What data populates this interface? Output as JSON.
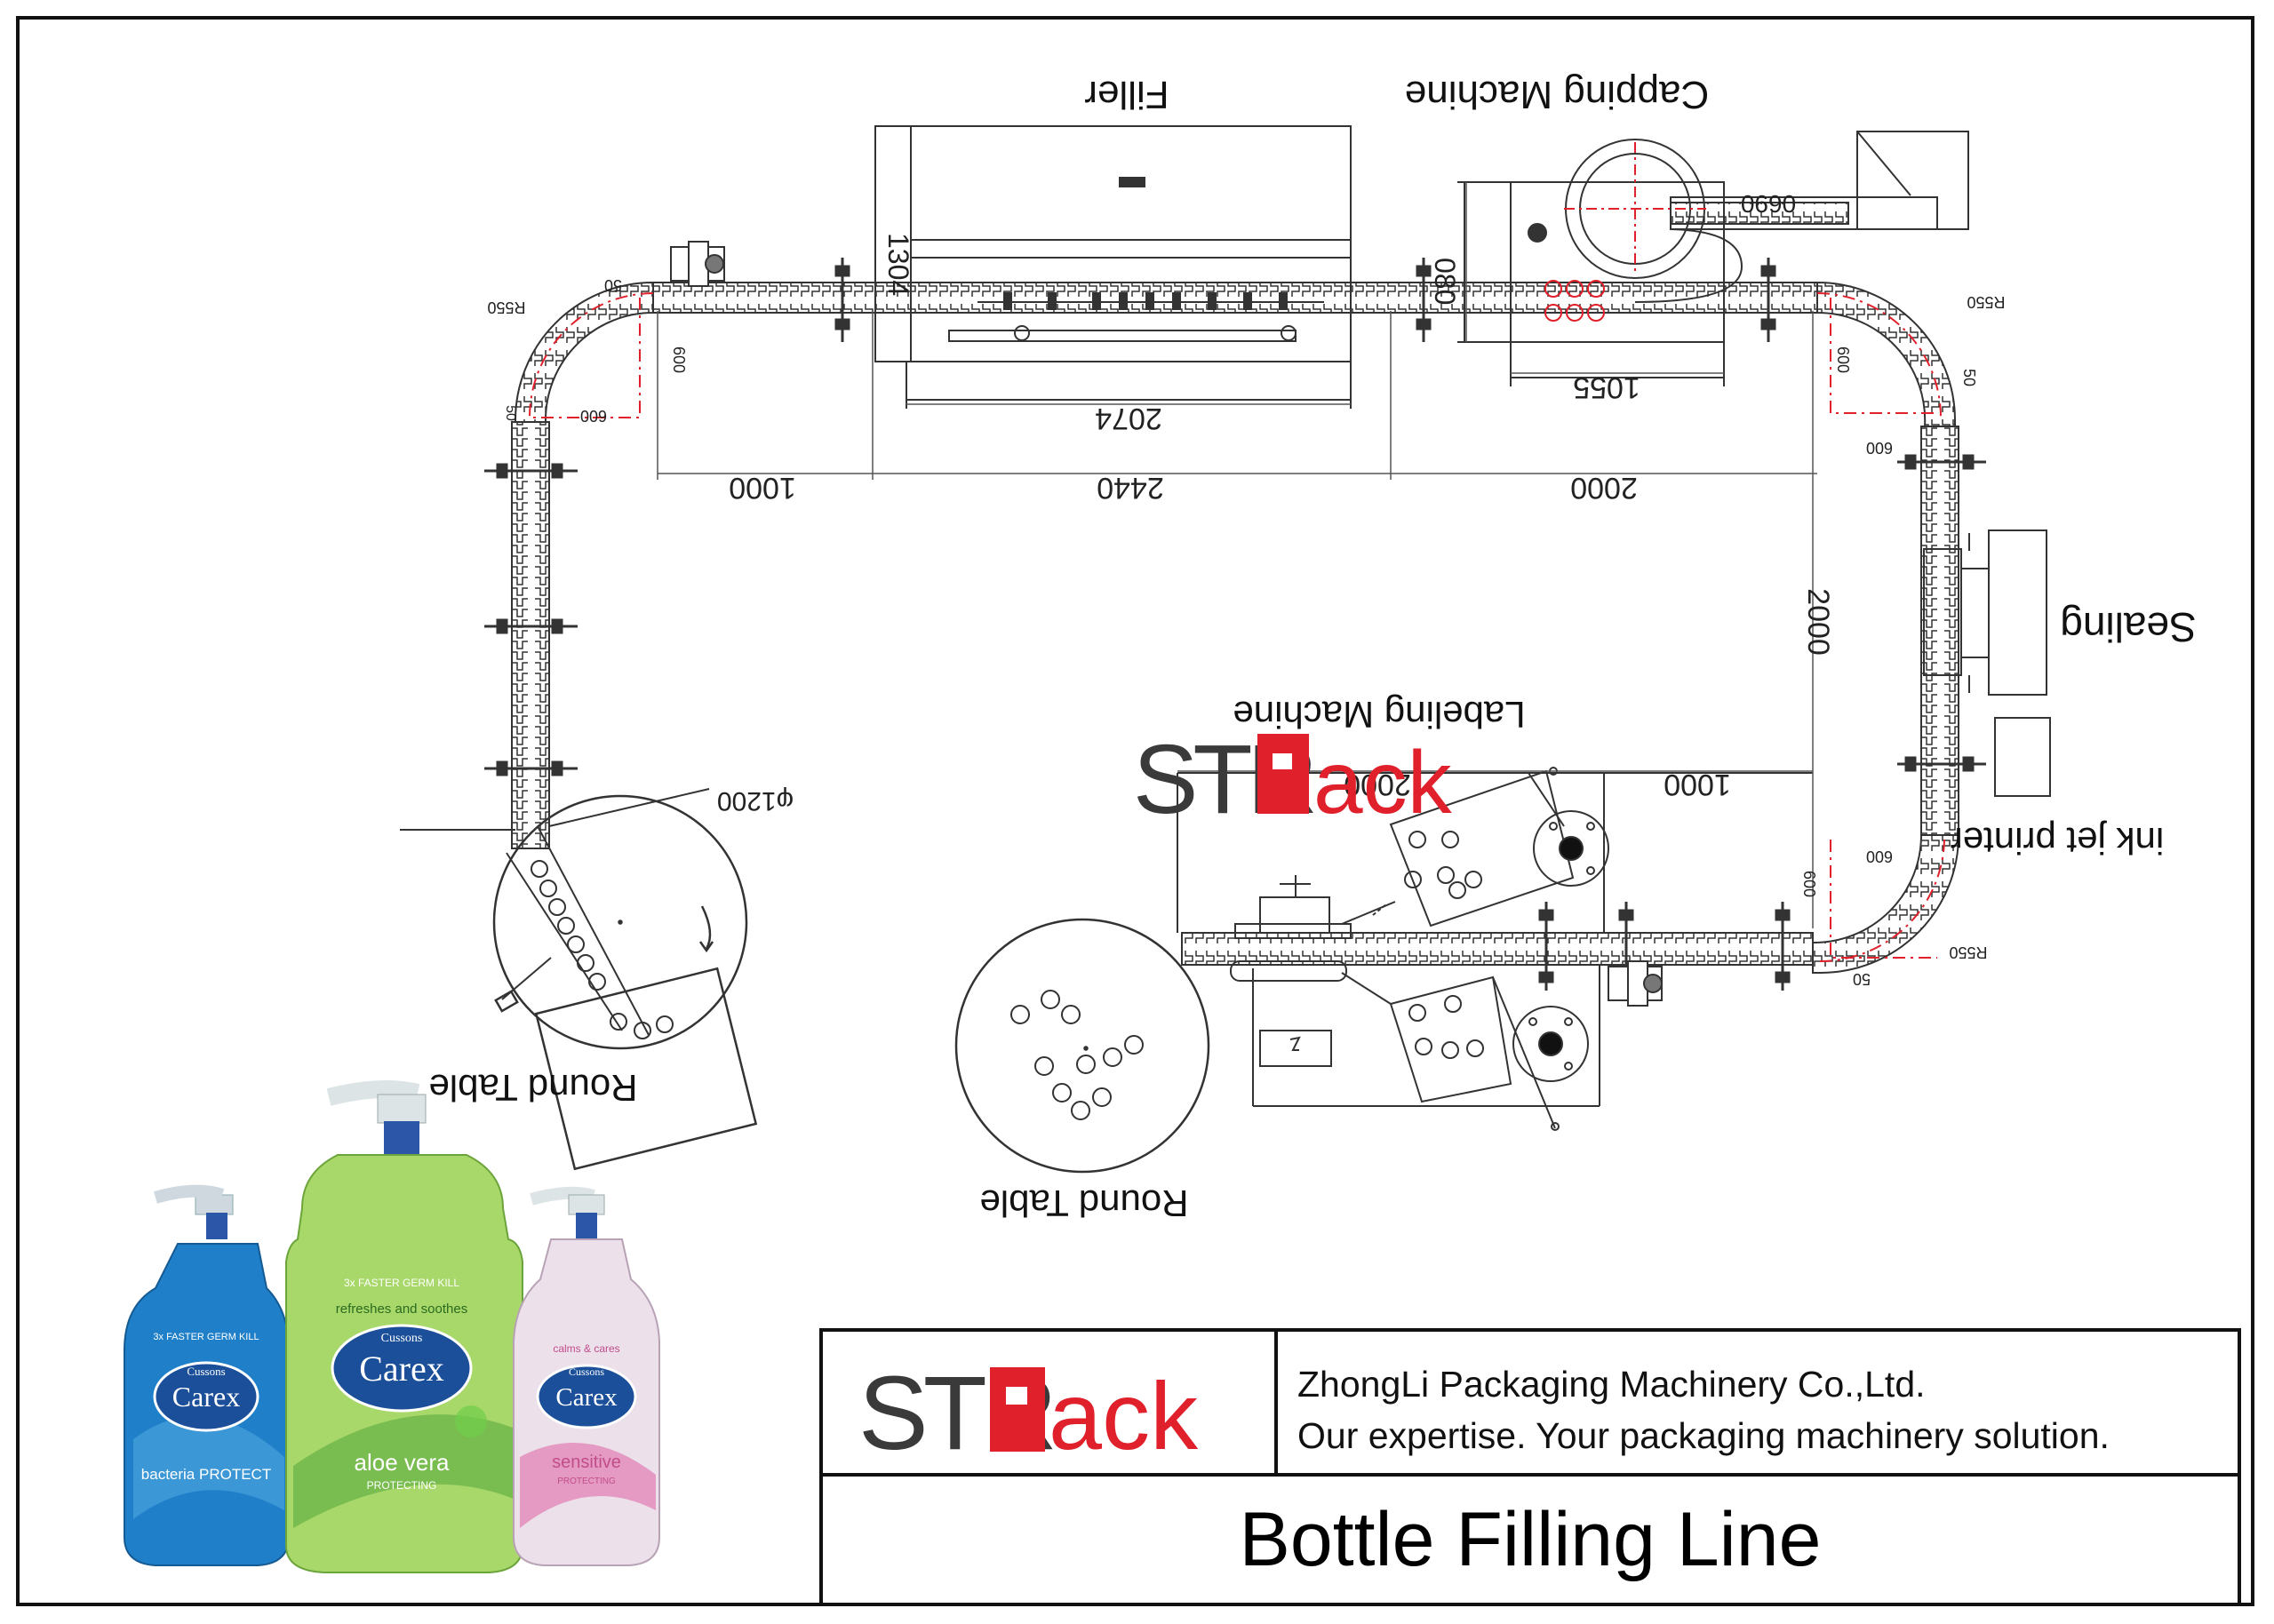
{
  "labels": {
    "filler": "Filler",
    "capping_machine": "Capping Machine",
    "sealing": "Sealing",
    "ink_jet_printer": "ink jet printer",
    "labeling_machine": "Labeling Machine",
    "round_table_left": "Round Table",
    "round_table_bottom": "Round Table"
  },
  "dimensions": {
    "d1304": "1304",
    "d2074": "2074",
    "d1055": "1055",
    "d080": "080",
    "d0690": "0690",
    "d1000_top": "1000",
    "d2440": "2440",
    "d2000_top": "2000",
    "d2000_right": "2000",
    "d1000_mid": "1000",
    "d2000_mid": "2000",
    "r550_tl": "R550",
    "r550_tr": "R550",
    "r550_br": "R550",
    "d50_tl": "50",
    "d50_tr": "50",
    "d50_br": "50",
    "d50_left": "50",
    "d600_tl_v": "600",
    "d600_tl_h": "600",
    "d600_tr_v": "600",
    "d600_tr_h": "600",
    "d600_br_v": "600",
    "d600_br_h": "600",
    "phi1200": "φ1200"
  },
  "watermark": {
    "str": "STR",
    "p": "P",
    "ack": "ack"
  },
  "title_block": {
    "logo_str": "STR",
    "logo_p": "P",
    "logo_ack": "ack",
    "company_name": "ZhongLi Packaging Machinery Co.,Ltd.",
    "slogan": "Our expertise. Your packaging machinery solution.",
    "title": "Bottle Filling Line"
  },
  "products": {
    "brand": "Carex",
    "maker": "Cussons",
    "left_variant": "bacteria PROTECT",
    "left_badge": "3x FASTER GERM KILL",
    "center_variant": "aloe vera",
    "center_tagline": "refreshes and soothes",
    "center_badge": "3x FASTER GERM KILL",
    "center_sub": "PROTECTING",
    "right_variant": "sensitive",
    "right_tagline": "calms & cares",
    "right_sub": "PROTECTING"
  },
  "colors": {
    "line": "#222222",
    "accent_red": "#e0202a",
    "blue_bottle": "#1f7fc8",
    "green_bottle": "#a9d86a",
    "pink_bottle": "#e9d6e6"
  }
}
